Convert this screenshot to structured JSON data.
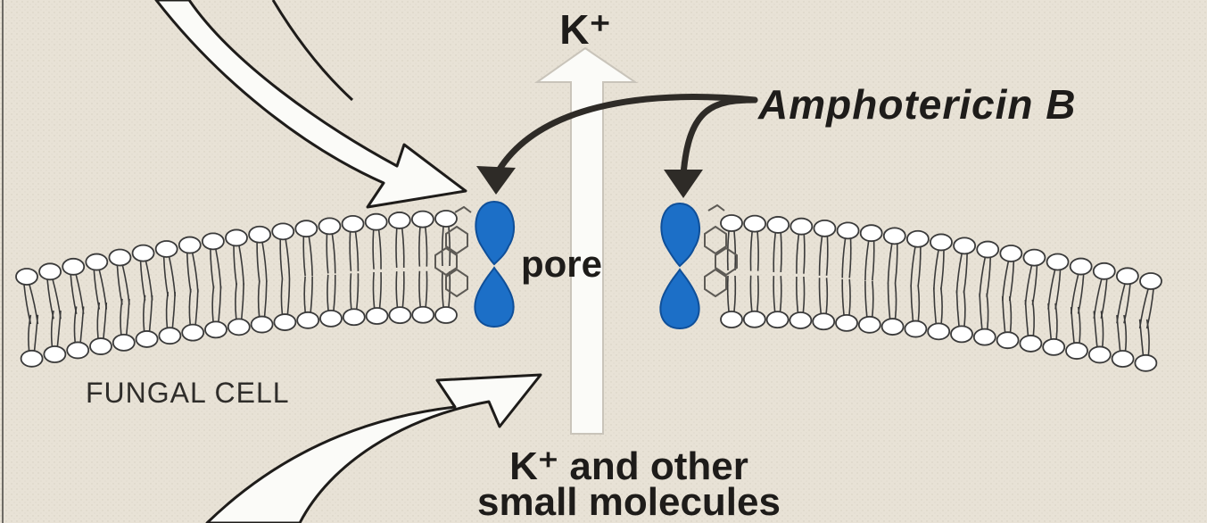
{
  "labels": {
    "top_ion": "K⁺",
    "drug": "Amphotericin B",
    "pore": "pore",
    "cell": "FUNGAL CELL",
    "released_line1": "K⁺ and other",
    "released_line2": "small molecules"
  },
  "colors": {
    "background": "#e8e2d6",
    "pore_protein": "#1c6fc7",
    "text": "#1e1c1a",
    "arrow_fill": "#fbfbf8",
    "membrane_line": "#3a3a3a"
  }
}
